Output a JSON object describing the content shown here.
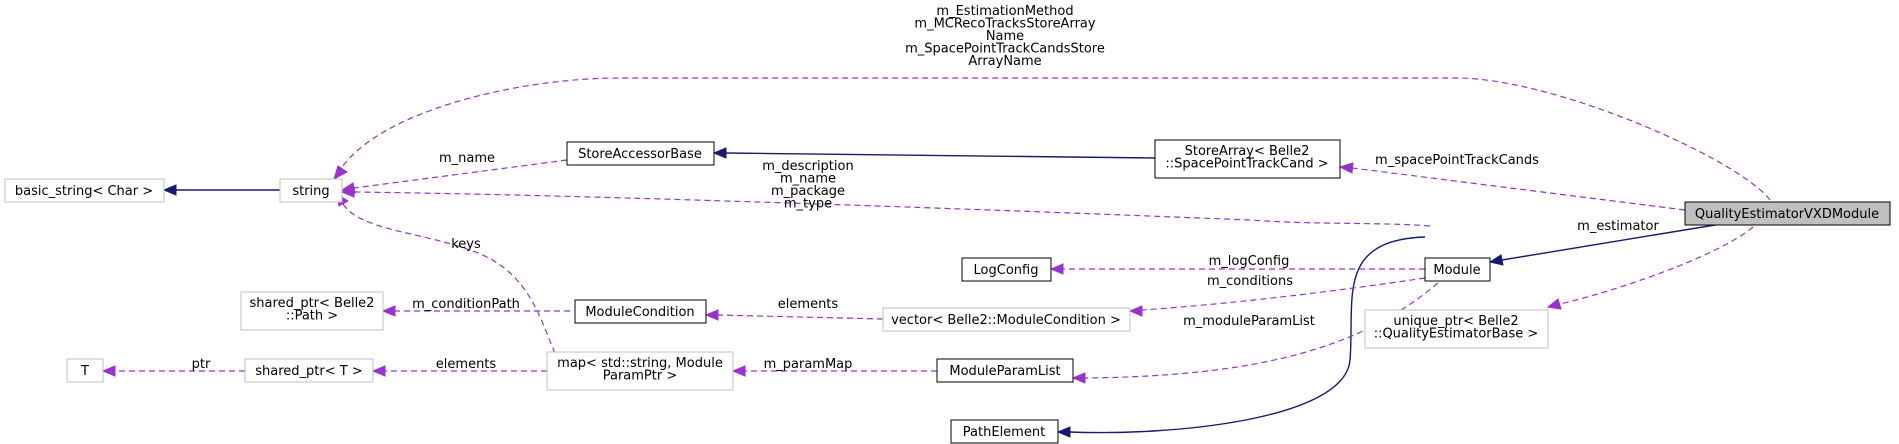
{
  "nodes": {
    "quality_estimator_vxd_module": [
      "QualityEstimatorVXDModule"
    ],
    "store_array": [
      "StoreArray< Belle2",
      "::SpacePointTrackCand >"
    ],
    "store_accessor_base": [
      "StoreAccessorBase"
    ],
    "string": [
      "string"
    ],
    "basic_string": [
      "basic_string< Char >"
    ],
    "module": [
      "Module"
    ],
    "log_config": [
      "LogConfig"
    ],
    "vector_module_condition": [
      "vector< Belle2::ModuleCondition >"
    ],
    "module_condition": [
      "ModuleCondition"
    ],
    "shared_ptr_path": [
      "shared_ptr< Belle2",
      "::Path >"
    ],
    "unique_ptr_quality_estimator": [
      "unique_ptr< Belle2",
      "::QualityEstimatorBase >"
    ],
    "module_param_list": [
      "ModuleParamList"
    ],
    "map_module_param": [
      "map< std::string, Module",
      "ParamPtr >"
    ],
    "shared_ptr_t": [
      "shared_ptr< T >"
    ],
    "t": [
      "T"
    ],
    "path_element": [
      "PathElement"
    ]
  },
  "edge_labels": {
    "string_from_vxd": [
      "m_EstimationMethod",
      "m_MCRecoTracksStoreArray",
      "Name",
      "m_SpacePointTrackCandsStore",
      "ArrayName"
    ],
    "m_name": [
      "m_name"
    ],
    "module_strings": [
      "m_description",
      "m_name",
      "m_package",
      "m_type"
    ],
    "keys": [
      "keys"
    ],
    "space_point_track_cands": [
      "m_spacePointTrackCands"
    ],
    "estimator": [
      "m_estimator"
    ],
    "log_config": [
      "m_logConfig"
    ],
    "conditions": [
      "m_conditions"
    ],
    "elements_vector": [
      "elements"
    ],
    "condition_path": [
      "m_conditionPath"
    ],
    "module_param_list": [
      "m_moduleParamList"
    ],
    "param_map": [
      "m_paramMap"
    ],
    "elements_map": [
      "elements"
    ],
    "ptr": [
      "ptr"
    ]
  },
  "colors": {
    "inheritance": "#191970",
    "usage": "#9a32cd",
    "focus_fill": "#bfbfbf",
    "strong_border": "#000000",
    "light_border": "#bfbfbf"
  }
}
